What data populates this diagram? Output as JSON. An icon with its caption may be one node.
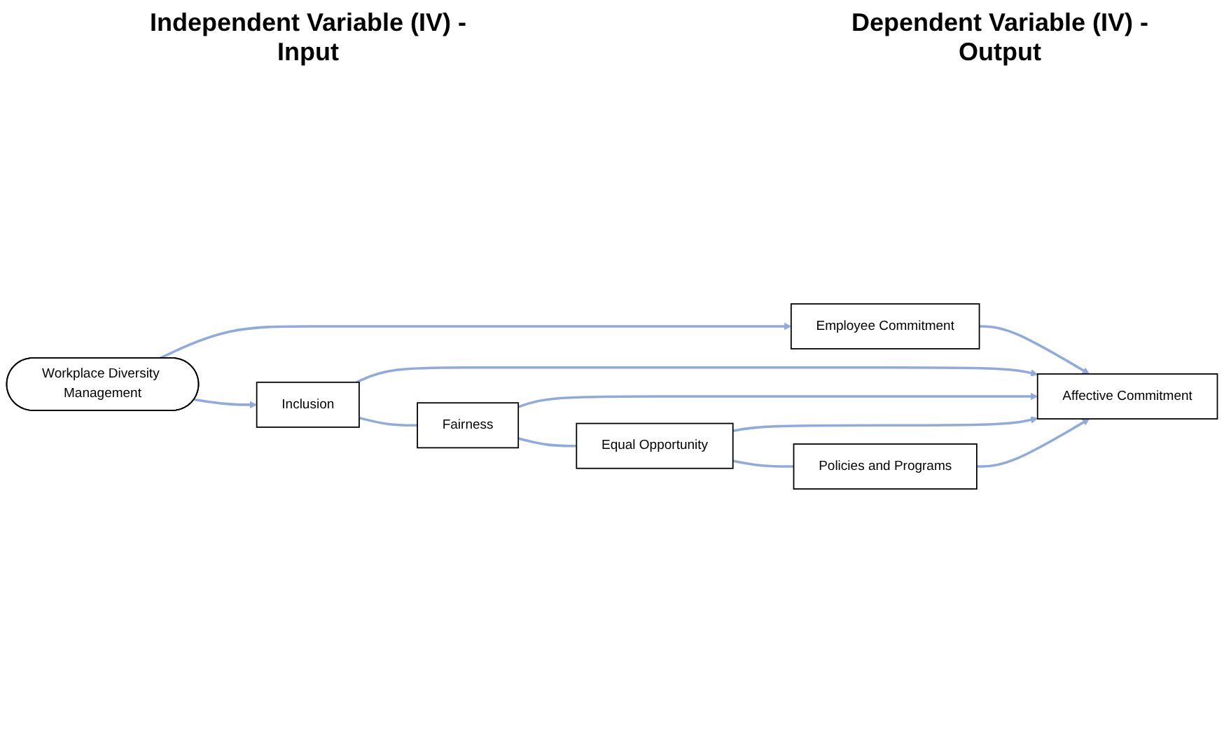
{
  "diagram": {
    "nodes": [
      {
        "text": [
          "Workplace Diversity Management"
        ]
      },
      {
        "text": [
          "Employee Commitment"
        ]
      },
      {
        "text": [
          "Inclusion"
        ]
      },
      {
        "text": [
          "Fairness"
        ]
      },
      {
        "text": [
          "Equal Opportunity"
        ]
      },
      {
        "text": [
          "Policies and Programs"
        ]
      },
      {
        "text": [
          "Affective Commitment"
        ]
      }
    ],
    "edges": [
      {
        "from": 0,
        "to": 1,
        "arrow": "to"
      },
      {
        "from": 0,
        "to": 2,
        "arrow": "to"
      },
      {
        "from": 1,
        "to": 6,
        "arrow": "to"
      },
      {
        "from": 2,
        "to": 6,
        "arrow": "to"
      },
      {
        "from": 3,
        "to": 6,
        "arrow": "to"
      },
      {
        "from": 4,
        "to": 6,
        "arrow": "to"
      },
      {
        "from": 5,
        "to": 6,
        "arrow": "to"
      },
      {
        "from": 2,
        "to": 3,
        "arrow": "none"
      },
      {
        "from": 3,
        "to": 4,
        "arrow": "none"
      },
      {
        "from": 4,
        "to": 5,
        "arrow": "none"
      }
    ],
    "labels": [
      "Independent Variable (IV) -Input",
      "Dependent Variable (IV) -Output"
    ]
  }
}
